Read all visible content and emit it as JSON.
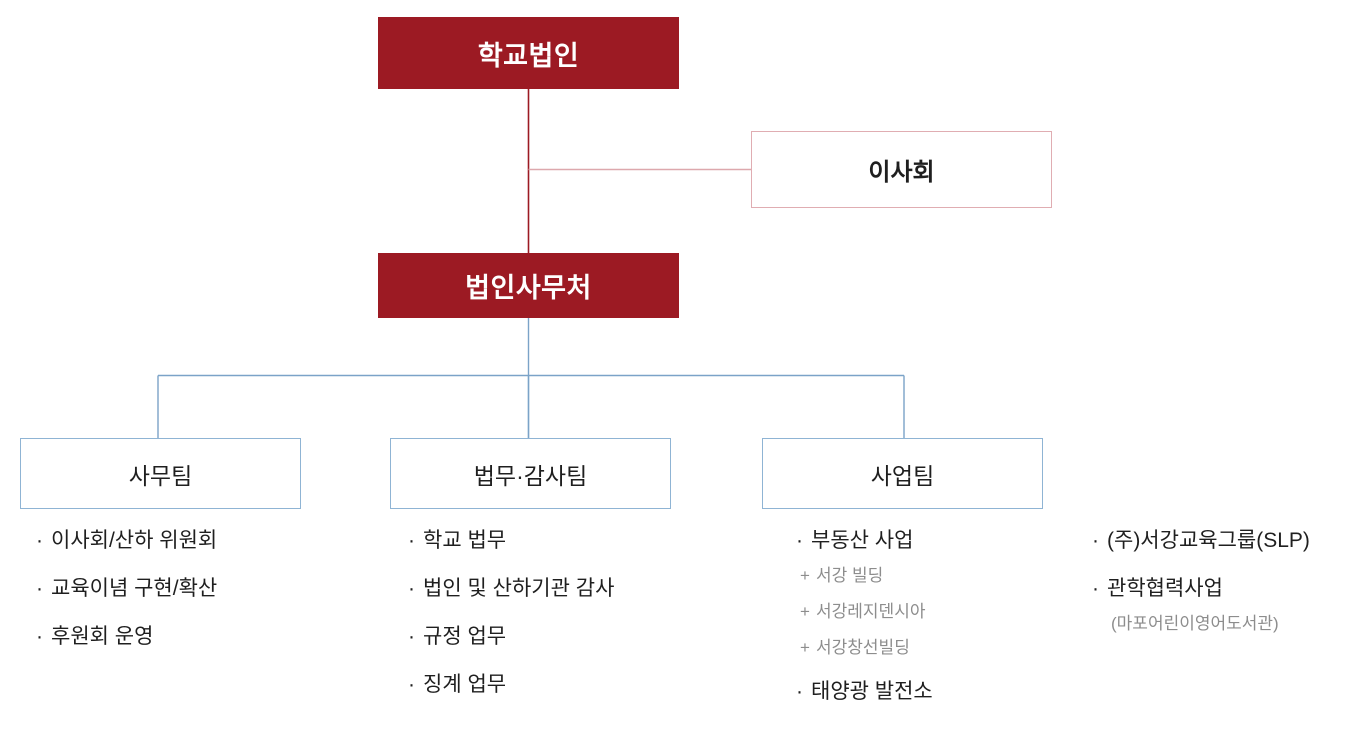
{
  "colors": {
    "primary_box_fill": "#9c1a23",
    "primary_box_text": "#ffffff",
    "board_box_border": "#e0adb2",
    "team_box_border": "#8fb4d4",
    "connector_red": "#9c1a23",
    "connector_pink": "#dda8ad",
    "connector_blue": "#7ba3c8",
    "body_text": "#1f1f1f",
    "sub_text": "#8d8d8d",
    "background": "#ffffff"
  },
  "nodes": {
    "foundation": {
      "label": "학교법인"
    },
    "board": {
      "label": "이사회"
    },
    "office": {
      "label": "법인사무처"
    },
    "teams": [
      {
        "label": "사무팀"
      },
      {
        "label": "법무·감사팀"
      },
      {
        "label": "사업팀"
      }
    ]
  },
  "columns": [
    {
      "name": "affairs-team-duties",
      "items": [
        {
          "type": "bullet",
          "marker": "·",
          "text": "이사회/산하 위원회"
        },
        {
          "type": "bullet",
          "marker": "·",
          "text": "교육이념 구현/확산"
        },
        {
          "type": "bullet",
          "marker": "·",
          "text": "후원회 운영"
        }
      ]
    },
    {
      "name": "legal-audit-team-duties",
      "items": [
        {
          "type": "bullet",
          "marker": "·",
          "text": "학교 법무"
        },
        {
          "type": "bullet",
          "marker": "·",
          "text": "법인 및 산하기관 감사"
        },
        {
          "type": "bullet",
          "marker": "·",
          "text": "규정 업무"
        },
        {
          "type": "bullet",
          "marker": "·",
          "text": "징계 업무"
        }
      ]
    },
    {
      "name": "business-team-duties",
      "items": [
        {
          "type": "bullet",
          "marker": "·",
          "text": "부동산 사업"
        },
        {
          "type": "sub",
          "marker": "+",
          "text": "서강 빌딩"
        },
        {
          "type": "sub",
          "marker": "+",
          "text": "서강레지덴시아"
        },
        {
          "type": "sub",
          "marker": "+",
          "text": "서강창선빌딩"
        },
        {
          "type": "bullet",
          "marker": "·",
          "text": "태양광 발전소"
        }
      ]
    },
    {
      "name": "business-team-duties-extra",
      "items": [
        {
          "type": "bullet",
          "marker": "·",
          "text": "(주)서강교육그룹(SLP)"
        },
        {
          "type": "bullet",
          "marker": "·",
          "text": "관학협력사업"
        },
        {
          "type": "note",
          "marker": "",
          "text": "(마포어린이영어도서관)"
        }
      ]
    }
  ]
}
